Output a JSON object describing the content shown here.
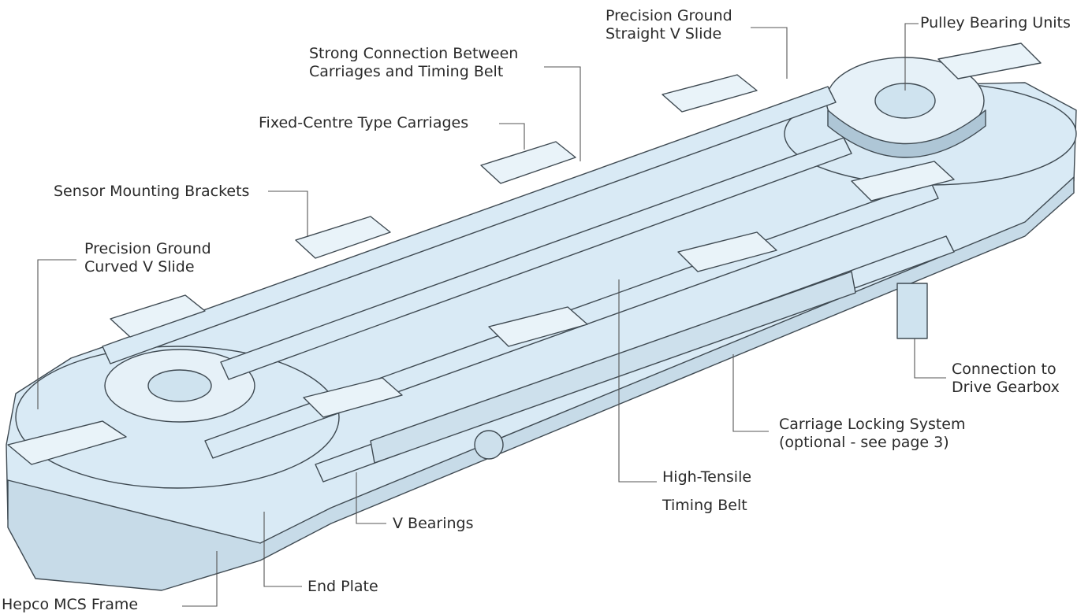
{
  "diagram": {
    "subject": "Hepco MCS track system with carriages",
    "colors": {
      "body": "#d9eaf5",
      "edge": "#3f4a52",
      "leader": "#555555",
      "text": "#2a2a2a"
    }
  },
  "labels": {
    "straight_slide": {
      "line1": "Precision Ground",
      "line2": "Straight V Slide"
    },
    "pulley_units": "Pulley Bearing Units",
    "strong_connection": {
      "line1": "Strong Connection Between",
      "line2": "Carriages and Timing Belt"
    },
    "fixed_centre": "Fixed-Centre Type Carriages",
    "sensor_brackets": "Sensor Mounting Brackets",
    "curved_slide": {
      "line1": "Precision Ground",
      "line2": "Curved V Slide"
    },
    "drive_connection": {
      "line1": "Connection to",
      "line2": "Drive Gearbox"
    },
    "locking_system": {
      "line1": "Carriage Locking System",
      "line2": "(optional - see page 3)"
    },
    "timing_belt": {
      "line1": "High-Tensile",
      "line2": "Timing Belt"
    },
    "v_bearings": "V Bearings",
    "end_plate": "End Plate",
    "frame": "Hepco MCS Frame"
  }
}
